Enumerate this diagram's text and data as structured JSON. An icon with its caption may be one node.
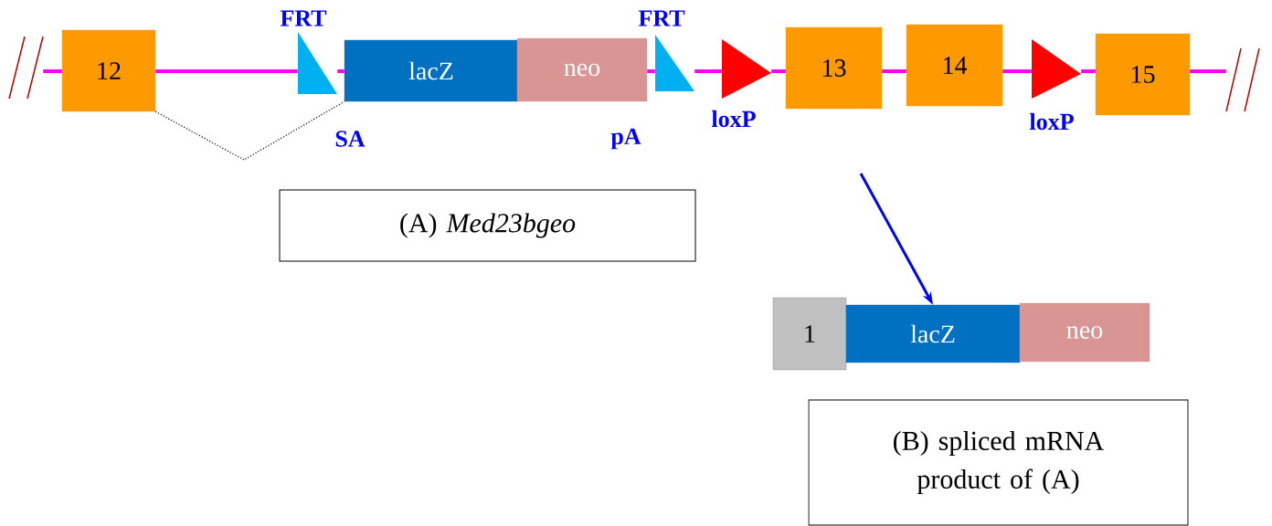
{
  "diagram": {
    "nodes": [
      {
        "text": [
          "12"
        ]
      },
      {
        "text": [
          "FRT"
        ]
      },
      {
        "text": [
          "lacZ"
        ]
      },
      {
        "text": [
          "neo"
        ]
      },
      {
        "text": [
          "FRT"
        ]
      },
      {
        "text": [
          "loxP"
        ]
      },
      {
        "text": [
          "13"
        ]
      },
      {
        "text": [
          "14"
        ]
      },
      {
        "text": [
          "loxP"
        ]
      },
      {
        "text": [
          "15"
        ]
      },
      {
        "text": [
          "(A) *Med23bgeo*"
        ]
      },
      {
        "text": [
          "1"
        ]
      },
      {
        "text": [
          "lacZ"
        ]
      },
      {
        "text": [
          "neo"
        ]
      },
      {
        "text": [
          "(B) spliced mRNA product of (A)"
        ]
      },
      {
        "text": [],
        "shape": "slash"
      },
      {
        "text": [],
        "shape": "slash"
      }
    ],
    "edges": [
      {
        "from": 15,
        "to": 0,
        "arrow": "none"
      },
      {
        "from": 0,
        "to": 1,
        "arrow": "none"
      },
      {
        "from": 1,
        "to": 2,
        "arrow": "none"
      },
      {
        "from": 3,
        "to": 4,
        "arrow": "none"
      },
      {
        "from": 4,
        "to": 5,
        "arrow": "none"
      },
      {
        "from": 5,
        "to": 6,
        "arrow": "none"
      },
      {
        "from": 6,
        "to": 7,
        "arrow": "none"
      },
      {
        "from": 7,
        "to": 8,
        "arrow": "none"
      },
      {
        "from": 8,
        "to": 9,
        "arrow": "none"
      },
      {
        "from": 9,
        "to": 16,
        "arrow": "none"
      },
      {
        "from": 0,
        "to": 2,
        "arrow": "none",
        "style": "dashed",
        "color": "#000000"
      },
      {
        "from": null,
        "to": 12,
        "arrow": "to",
        "color": "#0000ff"
      }
    ],
    "labels": [
      "SA",
      "pA"
    ]
  }
}
